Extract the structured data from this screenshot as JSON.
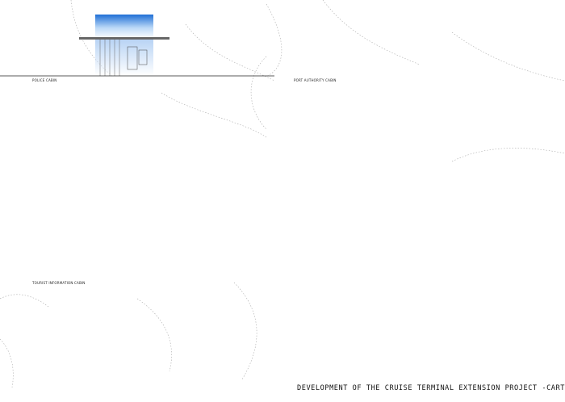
{
  "labels": {
    "police_cabin": "POLICE CABIN",
    "port_authority_cabin": "PORT AUTHORITY CABIN",
    "tourist_information_cabin": "TOURIST INFORMATION CABIN"
  },
  "title": "DEVELOPMENT OF THE CRUISE TERMINAL EXTENSION  PROJECT -CARTAGENA-",
  "colors": {
    "cylinder_blue": "#1f6fd6",
    "tile_blue": "#1c63b8",
    "tile_cyan": "#41c6e6",
    "line": "#333333"
  }
}
